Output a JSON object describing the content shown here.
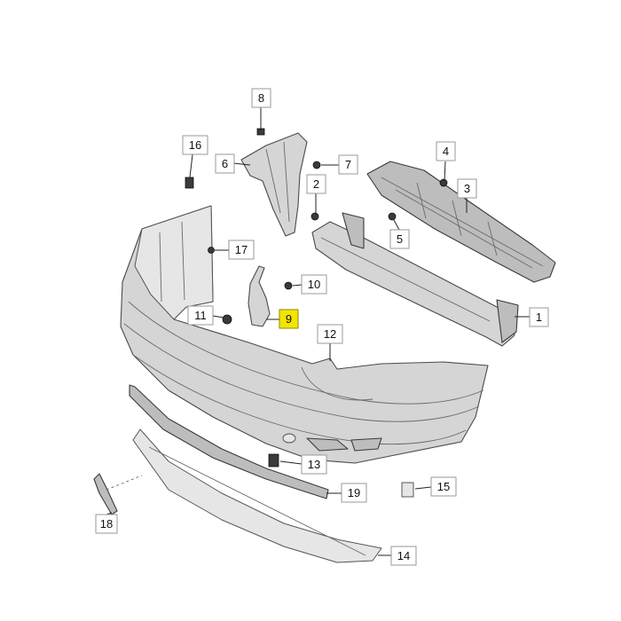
{
  "callouts": {
    "c1": "1",
    "c2": "2",
    "c3": "3",
    "c4": "4",
    "c5": "5",
    "c6": "6",
    "c7": "7",
    "c8": "8",
    "c9": "9",
    "c10": "10",
    "c11": "11",
    "c12": "12",
    "c13": "13",
    "c14": "14",
    "c15": "15",
    "c16": "16",
    "c17": "17",
    "c18": "18",
    "c19": "19"
  },
  "colors": {
    "part_fill": "#d5d5d5",
    "outline": "#4a4a4a",
    "highlight": "#f3e500"
  }
}
